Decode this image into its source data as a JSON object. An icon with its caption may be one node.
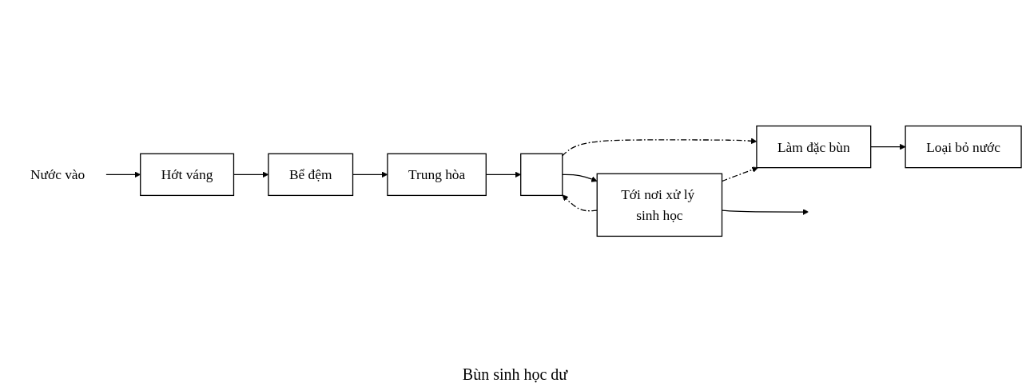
{
  "diagram": {
    "nodes": [
      {
        "text": [
          "Hớt váng"
        ]
      },
      {
        "text": [
          "Bể đệm"
        ]
      },
      {
        "text": [
          "Trung hòa"
        ]
      },
      {
        "text": [],
        "shape": "box"
      },
      {
        "text": [
          "Tới nơi xử lý sinh học"
        ]
      },
      {
        "text": [
          "Nước vào"
        ]
      },
      {
        "text": [
          "Làm đặc bùn"
        ]
      },
      {
        "text": [
          "Loại bỏ nước"
        ]
      }
    ],
    "edges": [
      {
        "from": 5,
        "to": 0,
        "arrow": "to"
      },
      {
        "from": 0,
        "to": 1,
        "arrow": "to"
      },
      {
        "from": 1,
        "to": 2,
        "arrow": "to"
      },
      {
        "from": 2,
        "to": 3,
        "arrow": "to"
      },
      {
        "from": 3,
        "to": 4,
        "arrow": "to"
      },
      {
        "from": 4,
        "to": null,
        "arrow": "to"
      },
      {
        "from": 3,
        "to": 6,
        "arrow": "to",
        "style": "dashed"
      },
      {
        "from": 4,
        "to": 3,
        "arrow": "to",
        "style": "dashed"
      },
      {
        "from": 4,
        "to": 6,
        "arrow": "to",
        "style": "dashed"
      },
      {
        "from": 6,
        "to": 7,
        "arrow": "to"
      }
    ],
    "labels": [
      "Bùn sinh học dư"
    ]
  }
}
